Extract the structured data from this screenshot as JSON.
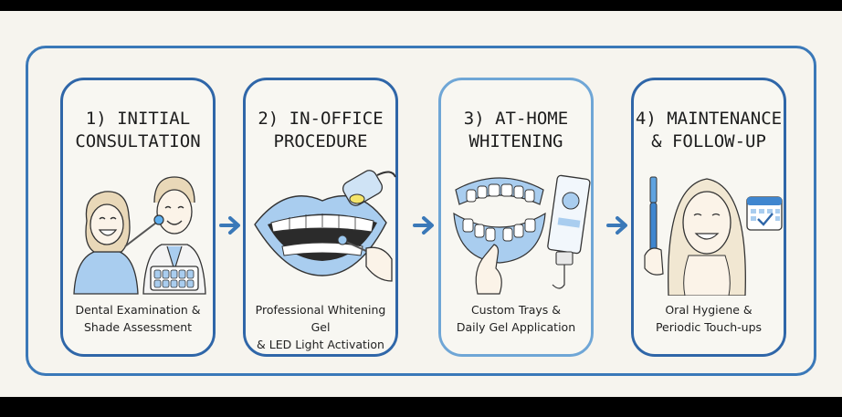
{
  "steps": [
    {
      "title": "1) INITIAL\nCONSULTATION",
      "description": "Dental Examination &\nShade Assessment",
      "icon": "dentist-patient-icon"
    },
    {
      "title": "2) IN-OFFICE\nPROCEDURE",
      "description": "Professional Whitening Gel\n& LED Light Activation",
      "icon": "led-whitening-mouth-icon"
    },
    {
      "title": "3) AT-HOME\nWHITENING",
      "description": "Custom Trays &\nDaily Gel Application",
      "icon": "tray-and-gel-tube-icon"
    },
    {
      "title": "4) MAINTENANCE\n& FOLLOW-UP",
      "description": "Oral Hygiene &\nPeriodic Touch-ups",
      "icon": "woman-toothbrush-calendar-icon"
    }
  ],
  "colors": {
    "frame": "#3a78b8",
    "card_border": "#2f66a8",
    "card_border_light": "#6fa6d6",
    "arrow": "#3a78b8",
    "accent_fill": "#a9cdef",
    "background": "#f6f4ee"
  }
}
